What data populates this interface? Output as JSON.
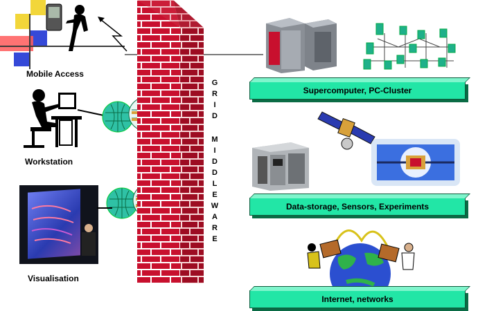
{
  "left_labels": {
    "mobile": "Mobile Access",
    "workstation": "Workstation",
    "visualisation": "Visualisation"
  },
  "wall_text": [
    "G",
    "R",
    "I",
    "D",
    "",
    "M",
    "I",
    "D",
    "D",
    "L",
    "E",
    "W",
    "A",
    "R",
    "E"
  ],
  "right_plates": {
    "supercomputer": "Supercomputer, PC-Cluster",
    "data_storage": "Data-storage, Sensors, Experiments",
    "internet": "Internet, networks"
  },
  "colors": {
    "brick": "#c8102e",
    "mortar": "#ffffff",
    "plate": "#22e6a6",
    "globe_sea": "#2b4fd0",
    "globe_land": "#2fb24a"
  }
}
